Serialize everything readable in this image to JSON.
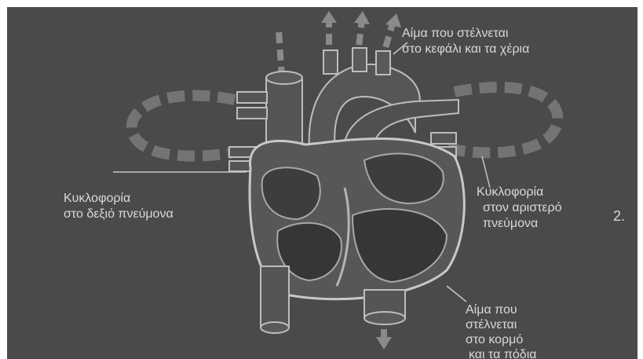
{
  "labels": {
    "head_arms": [
      "Αίμα που στέλνεται",
      "στο κεφάλι και τα χέρια"
    ],
    "right_lung": [
      "Κυκλοφορία",
      "στο δεξιό πνεύμονα"
    ],
    "left_lung": [
      "Κυκλοφορία",
      "στον αριστερό",
      "πνεύμονα"
    ],
    "trunk_legs": [
      "Αίμα που",
      "στέλνεται",
      "στο κορμό",
      "και τα πόδια"
    ],
    "figure_number": "2."
  },
  "colors": {
    "background": "#4a4a4a",
    "outline": "#bdbdbd",
    "arrow": "#8a8a8a",
    "text": "#d9d9d9",
    "muscle": "#3a3a3a"
  }
}
